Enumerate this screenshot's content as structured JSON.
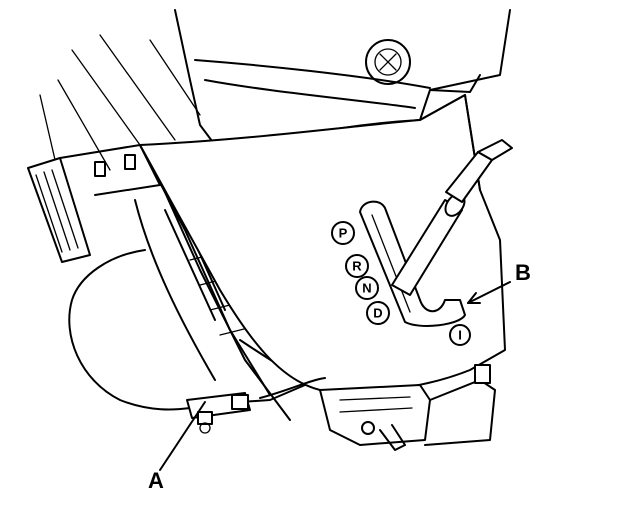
{
  "callouts": {
    "a": "A",
    "b": "B"
  },
  "gear_positions": [
    "P",
    "R",
    "N",
    "D"
  ],
  "gear_extra_symbol": "I",
  "colors": {
    "line": "#000000",
    "background": "#ffffff"
  }
}
